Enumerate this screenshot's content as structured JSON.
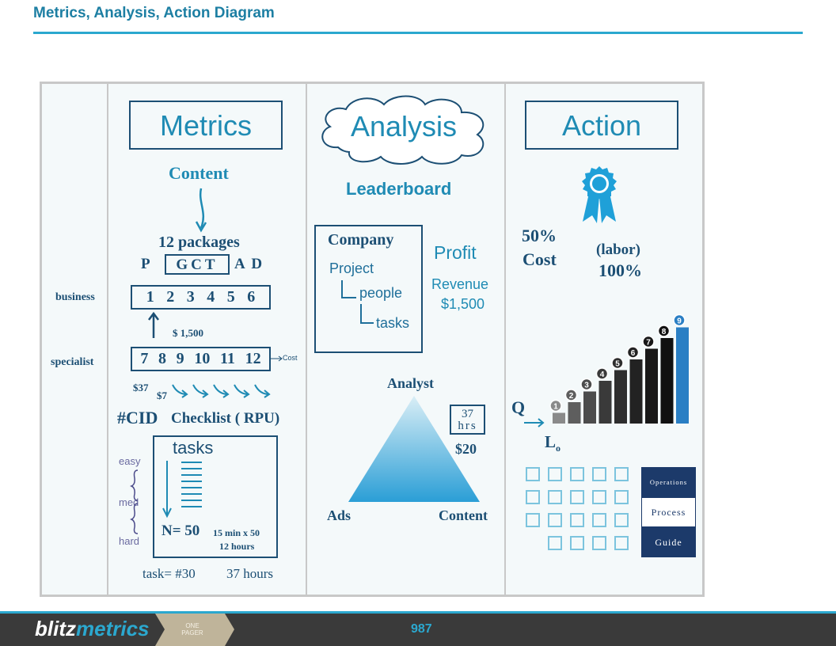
{
  "header": {
    "title": "Metrics, Analysis, Action Diagram"
  },
  "left_labels": {
    "business": "business",
    "specialist": "specialist"
  },
  "metrics": {
    "heading": "Metrics",
    "content": "Content",
    "packages": "12 packages",
    "letters_left": "P",
    "letters_boxed": "GCT",
    "letters_right": "A D",
    "row1": [
      "1",
      "2",
      "3",
      "4",
      "5",
      "6"
    ],
    "price": "$ 1,500",
    "row2": [
      "7",
      "8",
      "9",
      "10",
      "11",
      "12"
    ],
    "cost_label": "Cost",
    "dollar37": "$37",
    "dollar7": "$7",
    "cid": "#CID",
    "checklist": "Checklist ( RPU)",
    "tasks_title": "tasks",
    "easy": "easy",
    "med": "med",
    "hard": "hard",
    "n_equals": "N= 50",
    "time_calc": "15 min x 50",
    "hours": "12 hours",
    "task_num": "task= #30",
    "task_hours": "37 hours"
  },
  "analysis": {
    "heading": "Analysis",
    "leaderboard": "Leaderboard",
    "company": "Company",
    "project": "Project",
    "people": "people",
    "tasks": "tasks",
    "profit": "Profit",
    "revenue": "Revenue",
    "revenue_amount": "$1,500",
    "analyst": "Analyst",
    "hrs_num": "37",
    "hrs_label": "hrs",
    "price20": "$20",
    "ads": "Ads",
    "content": "Content"
  },
  "action": {
    "heading": "Action",
    "pct50": "50%",
    "cost": "Cost",
    "labor": "(labor)",
    "pct100": "100%",
    "q": "Q",
    "lo": "L",
    "lo_sub": "o",
    "steps": [
      {
        "n": "1",
        "level": 1,
        "color": "#8a8a8a"
      },
      {
        "n": "2",
        "level": 2,
        "color": "#5e5e5e"
      },
      {
        "n": "3",
        "level": 3,
        "color": "#4c4c4c"
      },
      {
        "n": "4",
        "level": 4,
        "color": "#3a3a3a"
      },
      {
        "n": "5",
        "level": 5,
        "color": "#2e2e2e"
      },
      {
        "n": "6",
        "level": 6,
        "color": "#222222"
      },
      {
        "n": "7",
        "level": 7,
        "color": "#181818"
      },
      {
        "n": "8",
        "level": 8,
        "color": "#111111"
      },
      {
        "n": "9",
        "level": 9,
        "color": "#2a7fc4"
      }
    ],
    "opg_operations": "Operations",
    "opg_process": "Process",
    "opg_guide": "Guide"
  },
  "footer": {
    "logo_a": "blitz",
    "logo_b": "metrics",
    "tag_1": "ONE",
    "tag_2": "PAGER",
    "page": "987"
  }
}
